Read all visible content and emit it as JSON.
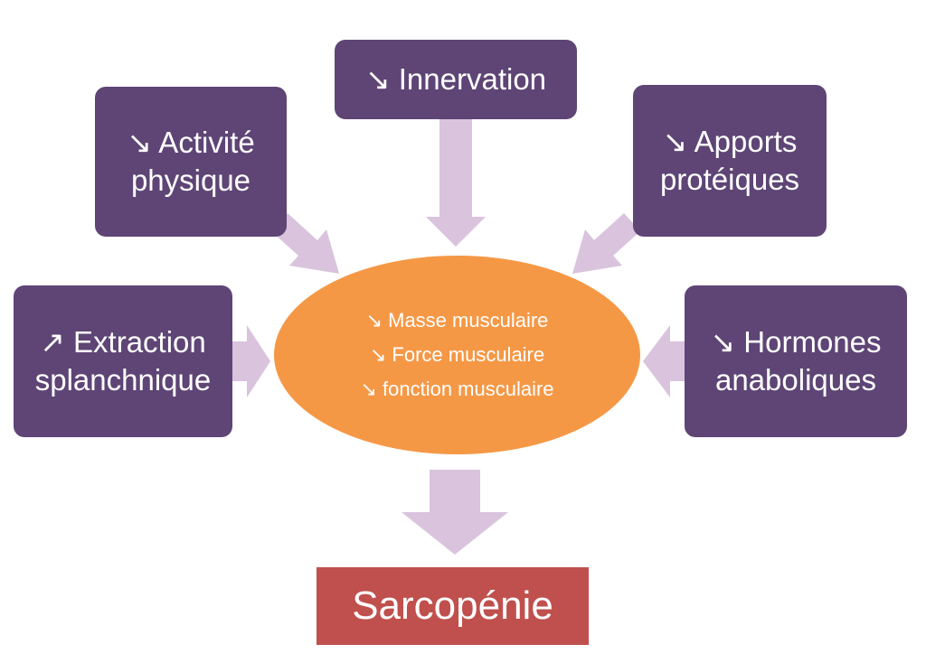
{
  "factors": {
    "innervation": {
      "lines": [
        "↘ Innervation"
      ]
    },
    "activite": {
      "lines": [
        "↘ Activité",
        "physique"
      ]
    },
    "apports": {
      "lines": [
        "↘ Apports",
        "protéiques"
      ]
    },
    "extraction": {
      "lines": [
        "↗ Extraction",
        "splanchnique"
      ]
    },
    "hormones": {
      "lines": [
        "↘ Hormones",
        "anaboliques"
      ]
    }
  },
  "center": {
    "lines": [
      "↘ Masse musculaire",
      "↘ Force musculaire",
      "↘ fonction musculaire"
    ]
  },
  "result": {
    "label": "Sarcopénie"
  },
  "colors": {
    "factor_box": "#5e4575",
    "center_ellipse": "#f59846",
    "result_box": "#c0504d",
    "arrow": "#d9c3dd"
  }
}
